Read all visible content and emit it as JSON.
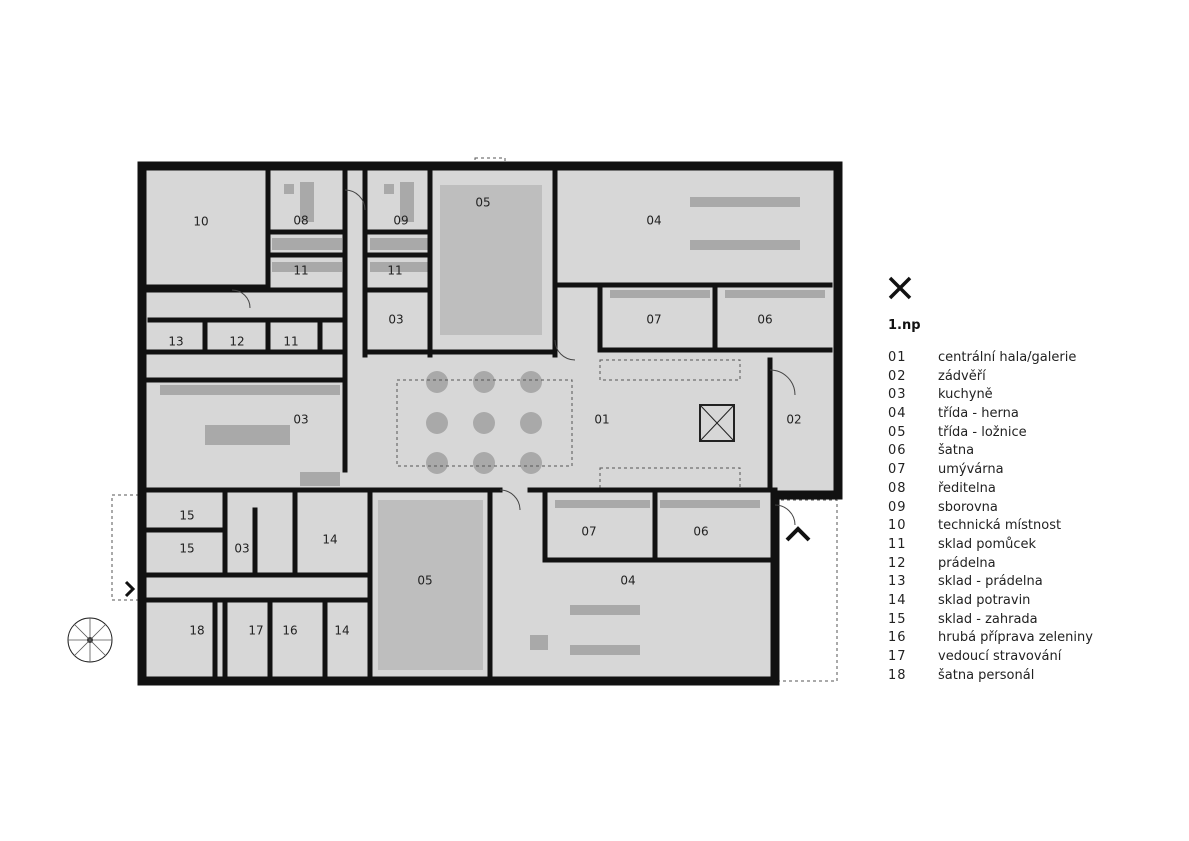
{
  "floor_label": "1.np",
  "plan": {
    "rooms": [
      {
        "id": "10"
      },
      {
        "id": "08"
      },
      {
        "id": "09"
      },
      {
        "id": "05"
      },
      {
        "id": "04"
      },
      {
        "id": "11"
      },
      {
        "id": "11"
      },
      {
        "id": "03"
      },
      {
        "id": "07"
      },
      {
        "id": "06"
      },
      {
        "id": "13"
      },
      {
        "id": "12"
      },
      {
        "id": "11"
      },
      {
        "id": "03"
      },
      {
        "id": "01"
      },
      {
        "id": "02"
      },
      {
        "id": "15"
      },
      {
        "id": "15"
      },
      {
        "id": "03"
      },
      {
        "id": "14"
      },
      {
        "id": "05"
      },
      {
        "id": "07"
      },
      {
        "id": "06"
      },
      {
        "id": "04"
      },
      {
        "id": "18"
      },
      {
        "id": "17"
      },
      {
        "id": "16"
      },
      {
        "id": "14"
      }
    ]
  },
  "legend": [
    {
      "num": "01",
      "name": "centrální hala/galerie"
    },
    {
      "num": "02",
      "name": "zádvěří"
    },
    {
      "num": "03",
      "name": "kuchyně"
    },
    {
      "num": "04",
      "name": "třída - herna"
    },
    {
      "num": "05",
      "name": "třída - ložnice"
    },
    {
      "num": "06",
      "name": "šatna"
    },
    {
      "num": "07",
      "name": "umývárna"
    },
    {
      "num": "08",
      "name": "ředitelna"
    },
    {
      "num": "09",
      "name": "sborovna"
    },
    {
      "num": "10",
      "name": "technická místnost"
    },
    {
      "num": "11",
      "name": "sklad pomůcek"
    },
    {
      "num": "12",
      "name": "prádelna"
    },
    {
      "num": "13",
      "name": "sklad - prádelna"
    },
    {
      "num": "14",
      "name": "sklad potravin"
    },
    {
      "num": "15",
      "name": "sklad - zahrada"
    },
    {
      "num": "16",
      "name": "hrubá příprava zeleniny"
    },
    {
      "num": "17",
      "name": "vedoucí stravování"
    },
    {
      "num": "18",
      "name": "šatna personál"
    }
  ]
}
